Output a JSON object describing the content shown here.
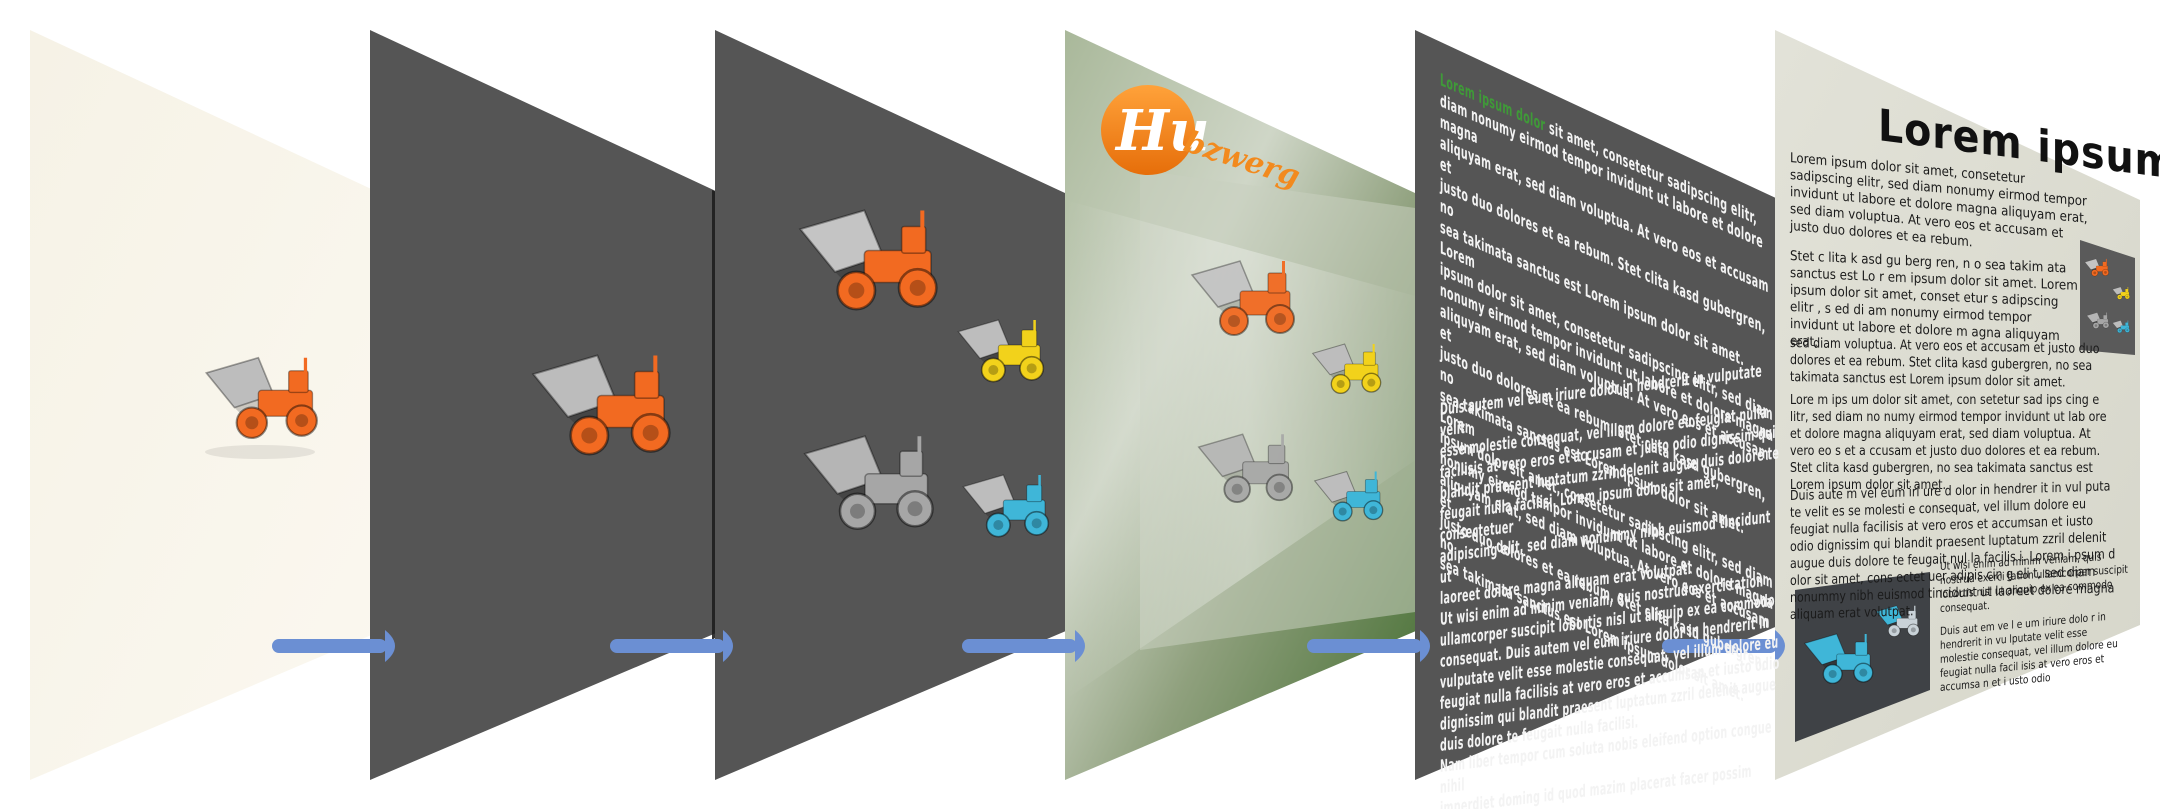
{
  "colors": {
    "arrow": "#6b8fd3",
    "dark_panel": "#555555",
    "highlight_green": "#3f9a38",
    "dumper_orange": "#f26a21",
    "dumper_yellow": "#f2d21b",
    "dumper_cyan": "#3fb6d8",
    "dumper_grey": "#a6a6a6"
  },
  "logo": {
    "text_main": "Hu",
    "text_script": "bzwerg"
  },
  "panel5": {
    "lines": [
      {
        "hl": "Lorem ipsum dolor",
        "rest": " sit amet, consetetur sadipscing elitr,"
      },
      {
        "hl": "",
        "rest": "diam nonumy eirmod tempor invidunt ut labore et dolore magna"
      },
      {
        "hl": "",
        "rest": "aliquyam erat, sed diam voluptua. At vero eos et accusam et"
      },
      {
        "hl": "",
        "rest": "justo duo dolores et ea rebum. Stet clita kasd gubergren, no"
      },
      {
        "hl": "",
        "rest": "sea takimata sanctus est Lorem ipsum dolor sit amet. Lorem"
      },
      {
        "hl": "",
        "rest": "ipsum dolor sit amet, consetetur sadipscing elitr, sed diam"
      },
      {
        "hl": "",
        "rest": "nonumy eirmod tempor invidunt ut labore et dolore magna"
      },
      {
        "hl": "",
        "rest": "aliquyam erat, sed diam voluptua. At vero eos et accusam et"
      },
      {
        "hl": "",
        "rest": "justo duo dolores et ea rebum. Stet clita kasd gubergren, no"
      },
      {
        "hl": "",
        "rest": "sea takimata sanctus est Lorem ipsum dolor sit amet. Lorem"
      },
      {
        "hl": "",
        "rest": "ipsum dolor sit amet, consetetur sadipscing elitr, sed diam"
      },
      {
        "hl": "",
        "rest": "nonumy eirmod tempor invidunt ut labore et dolore magna"
      },
      {
        "hl": "",
        "rest": "aliquyam erat, sed diam voluptua. At vero eos et accusam et"
      },
      {
        "hl": "",
        "rest": "justo duo dolores et ea rebum. Stet clita kasd gubergren, no"
      },
      {
        "hl": "",
        "rest": "sea takimata sanctus est Lorem ipsum dolor sit amet."
      }
    ],
    "para2": [
      "Duis autem vel eum iriure dolor in hendrerit in vulputate velit",
      "esse molestie consequat, vel illum dolore eu feugiat nulla",
      "facilisis at vero eros et accusam et justo odio dignissim qui",
      "blandit praesent luptatum zzril delenit augue duis dolore te",
      "feugait nulla facilisi. Lorem ipsum dolor sit amet, consectetuer",
      "adipiscing elit, sed diam nonummy nibh euismod tincidunt ut",
      "laoreet dolore magna aliquam erat volutpat.",
      "Ut wisi enim ad minim veniam, quis nostrud exerci tation",
      "ullamcorper suscipit lobortis nisl ut aliquip ex ea commodo",
      "consequat. Duis autem vel eum iriure dolor in hendrerit in",
      "vulputate velit esse molestie consequat, vel illum dolore eu",
      "feugiat nulla facilisis at vero eros et accumsan et iusto odio",
      "dignissim qui blandit praesent luptatum zzril delenit augue",
      "duis dolore te feugait nulla facilisi.",
      "Nam liber tempor cum soluta nobis eleifend option congue nihil",
      "imperdiet doming id quod mazim placerat facer possim assum."
    ]
  },
  "panel6": {
    "title": "Lorem ipsum dolor",
    "p1": "Lorem ipsum dolor sit amet, consetetur sadipscing elitr, sed diam nonumy eirmod tempor invidunt ut labore et dolore magna aliquyam erat, sed diam voluptua. At vero eos et accusam et justo duo dolores et ea rebum.",
    "p2": "Stet c lita k asd gu berg ren, n o sea takim ata sanctus est Lo r em ipsum dolor sit amet. Lorem ipsum dolor sit amet, conset etur s adipscing elitr , s ed di am nonumy eirmod tempor invidunt ut labore et dolore m agna aliquyam erat,",
    "p3": "sed diam voluptua. At vero eos et accusam et justo duo dolores et ea rebum. Stet clita kasd gubergren, no sea takimata sanctus est Lorem ipsum dolor sit amet.",
    "p4": "Lore m ips um dolor sit amet, con setetur sad ips cing e litr, sed diam no numy eirmod tempor invidunt ut lab ore et dolore magna aliquyam erat, sed diam voluptua. At vero eo s et a ccusam et justo duo dolores et ea rebum. Stet clita kasd gubergren, no sea takimata sanctus est Lorem ipsum dolor sit amet.",
    "p5": "Duis aute m vel eum iri ure d olor in hendrer it in vul puta te velit es se molesti e consequat, vel illum dolore eu feugiat nulla facilisis at vero eros et accumsan et iusto odio dignissim qui blandit praesent luptatum zzril delenit augue duis dolore te feugait nul la facilis i. Lorem i psum d olor sit amet, cons ectet uer adipis cin g eli t, sed diam nonummy nibh euismod tincidunt ut laoreet dolore magna aliquam erat volutpat.",
    "p6": "Ut wisi enim ad minim veniam, quis nostrud exerci tation ullamcorper suscipit lobortis nisl ut aliquip ex ea commodo consequat.",
    "p7": "Duis aut em ve l e um iriure dolo r in hendrerit in vu lputate velit esse molestie consequat, vel illum dolore eu feugiat nulla facil isis at vero eros et accumsa n et i usto odio"
  }
}
